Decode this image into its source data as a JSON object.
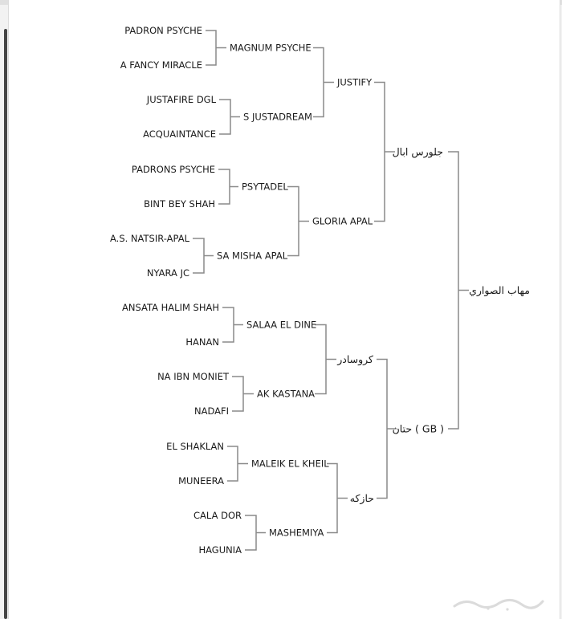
{
  "pedigree": {
    "horse": "مهاب الصواري",
    "sire": "جلورس ابال",
    "dam": "حتان ( GB )",
    "sire_sire": "JUSTIFY",
    "sire_dam": "GLORIA APAL",
    "dam_sire": "كروسادر",
    "dam_dam": "حازكه",
    "ss_sire": "MAGNUM PSYCHE",
    "ss_dam": "S JUSTADREAM",
    "sd_sire": "PSYTADEL",
    "sd_dam": "SA MISHA APAL",
    "ds_sire": "SALAA EL DINE",
    "ds_dam": "AK KASTANA",
    "dd_sire": "MALEIK EL KHEIL",
    "dd_dam": "MASHEMIYA",
    "gen4": [
      "PADRON PSYCHE",
      "A FANCY MIRACLE",
      "JUSTAFIRE DGL",
      "ACQUAINTANCE",
      "PADRONS PSYCHE",
      "BINT BEY SHAH",
      "A.S. NATSIR-APAL",
      "NYARA JC",
      "ANSATA HALIM SHAH",
      "HANAN",
      "NA IBN MONIET",
      "NADAFI",
      "EL SHAKLAN",
      "MUNEERA",
      "CALA DOR",
      "HAGUNIA"
    ]
  },
  "colors": {
    "line": "#8a8a8a",
    "text": "#1a1a1a",
    "background": "#ffffff"
  }
}
